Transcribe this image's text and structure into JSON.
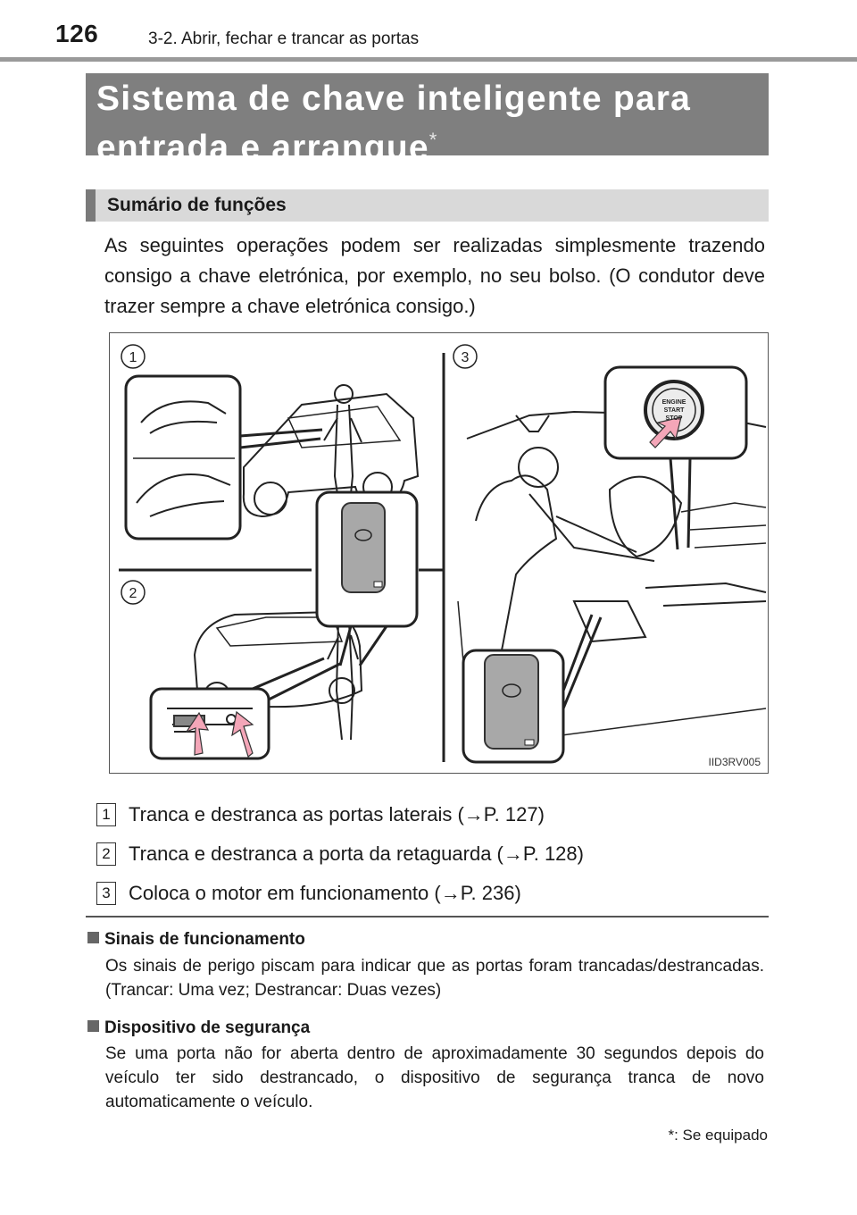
{
  "header": {
    "page_number": "126",
    "section_path": "3-2. Abrir, fechar e trancar as portas"
  },
  "title": {
    "line1": "Sistema de chave inteligente para",
    "line2": "entrada e arranque",
    "marker": "*"
  },
  "subheading": "Sumário de funções",
  "intro": "As seguintes operações podem ser realizadas simplesmente trazendo consigo a chave eletrónica, por exemplo, no seu bolso. (O condutor deve trazer sempre a chave eletrónica consigo.)",
  "figure": {
    "callouts": [
      "1",
      "2",
      "3"
    ],
    "button_text": [
      "ENGINE",
      "START",
      "STOP"
    ],
    "code": "IID3RV005"
  },
  "functions": [
    {
      "num": "1",
      "text": "Tranca e destranca as portas laterais (→P. 127)"
    },
    {
      "num": "2",
      "text": "Tranca e destranca a porta da retaguarda (→P. 128)"
    },
    {
      "num": "3",
      "text": "Coloca o motor em funcionamento (→P. 236)"
    }
  ],
  "notes": [
    {
      "heading": "Sinais de funcionamento",
      "body": "Os sinais de perigo piscam para indicar que as portas foram trancadas/destrancadas. (Trancar: Uma vez; Destrancar: Duas vezes)"
    },
    {
      "heading": "Dispositivo de segurança",
      "body": "Se uma porta não for aberta dentro de aproximadamente 30 segundos depois do veículo ter sido destrancado, o dispositivo de segurança tranca de novo automaticamente o veículo."
    }
  ],
  "footnote": "*: Se equipado",
  "colors": {
    "title_band": "#7f7f7f",
    "subheading_band": "#d9d9d9",
    "arrow_pink": "#f4a6b8"
  }
}
